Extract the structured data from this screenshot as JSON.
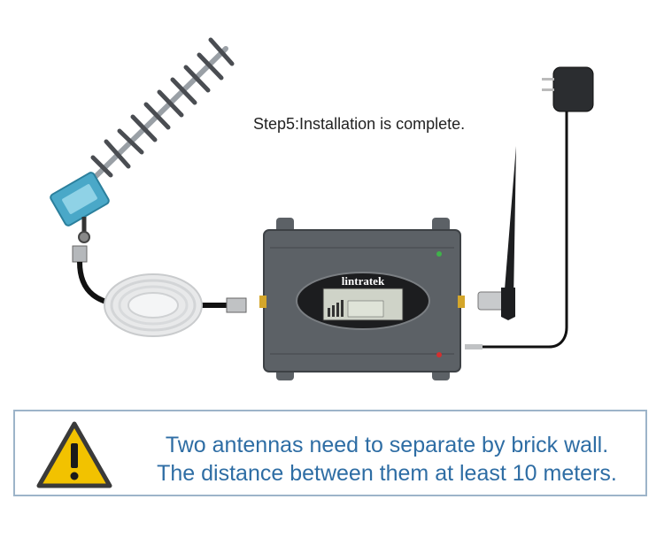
{
  "step_title": "Step5:Installation is complete.",
  "brand": "lintratek",
  "warning": {
    "line1": "Two antennas need to separate by brick wall.",
    "line2": "The distance between them at least 10 meters."
  },
  "icons": {
    "warning": "warning-triangle-icon",
    "yagi_antenna": "yagi-antenna-icon",
    "whip_antenna": "whip-antenna-icon",
    "power_adapter": "power-adapter-icon",
    "booster": "signal-booster-icon",
    "cable": "coaxial-cable-icon"
  },
  "colors": {
    "warning_text": "#2e6da4",
    "warning_border": "#9db4c9",
    "triangle_fill": "#f2c200",
    "booster_body": "#5c6166"
  }
}
